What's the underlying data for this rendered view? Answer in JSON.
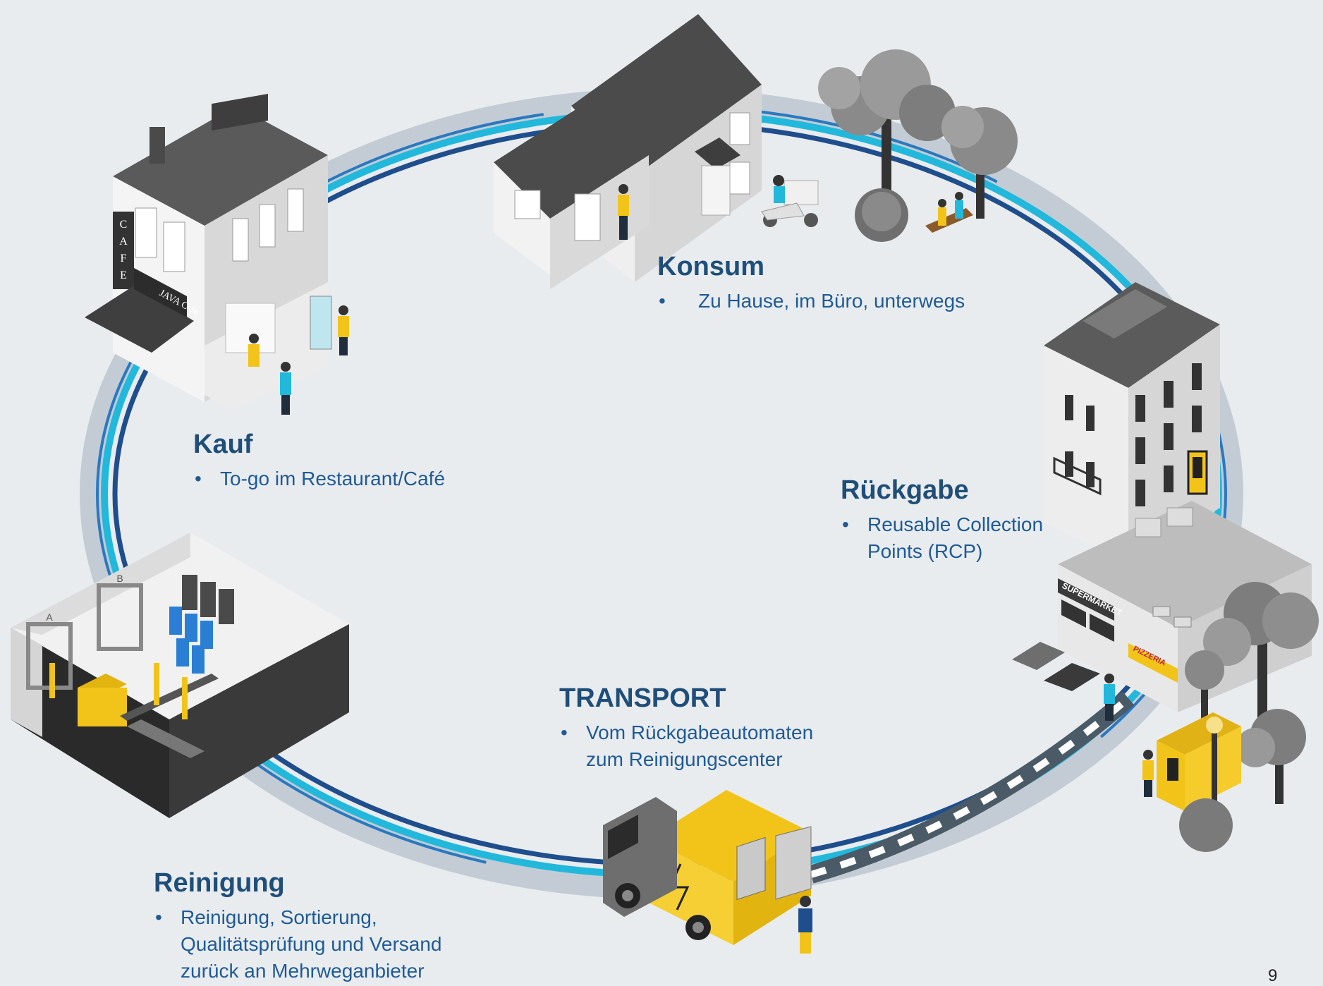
{
  "stages": {
    "kauf": {
      "title": "Kauf",
      "bullets": [
        "To-go im Restaurant/Café"
      ]
    },
    "konsum": {
      "title": "Konsum",
      "bullets": [
        "Zu Hause, im Büro, unterwegs"
      ]
    },
    "rueckgabe": {
      "title": "Rückgabe",
      "bullets": [
        "Reusable Collection",
        "Points (RCP)"
      ]
    },
    "transport": {
      "title": "TRANSPORT",
      "bullets": [
        "Vom Rückgabeautomaten",
        "zum Reinigungscenter"
      ]
    },
    "reinigung": {
      "title": "Reinigung",
      "bullets": [
        "Reinigung, Sortierung,",
        "Qualitätsprüfung und Versand",
        "zurück an Mehrweganbieter"
      ]
    }
  },
  "illustration_signs": {
    "cafe_vertical": "CAFE",
    "cafe_awning": "JAVA Cafe",
    "supermarket": "SUPERMARKET",
    "pizzeria": "PIZZERIA",
    "warehouse_door_a": "A",
    "warehouse_door_b": "B"
  },
  "page_number": "9",
  "colors": {
    "title": "#1f4e79",
    "text": "#1f5a96",
    "ring_dark": "#1f4e8c",
    "ring_light": "#22b8dc",
    "ring_grey": "#b9c4cc",
    "accent_yellow": "#f2c41a",
    "background": "#e9ecef"
  }
}
